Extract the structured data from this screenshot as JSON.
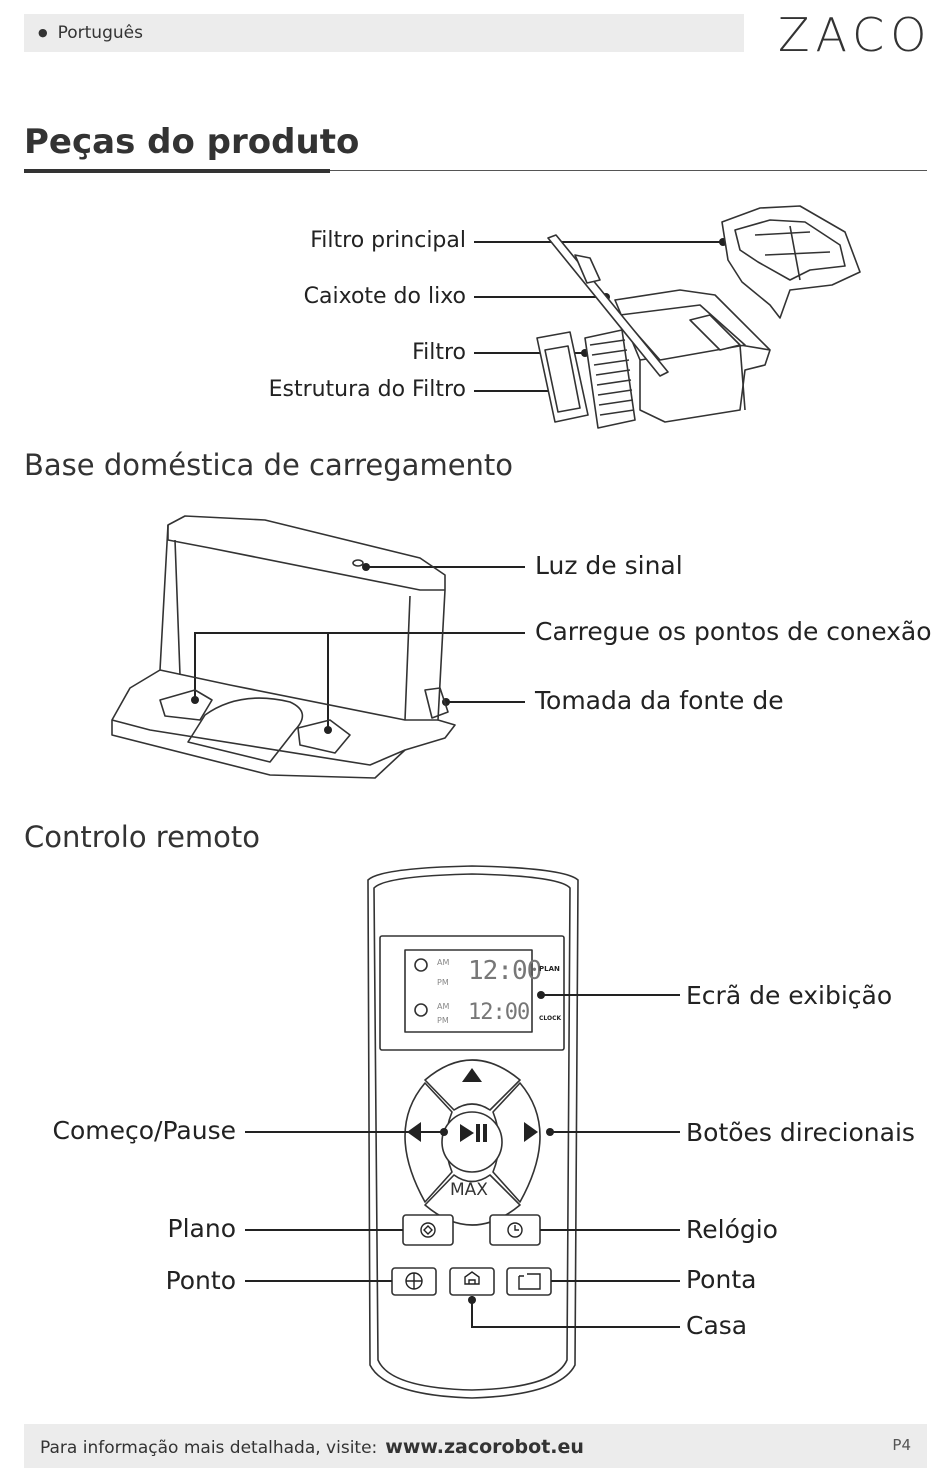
{
  "header": {
    "language": "Português",
    "logo": "ZACO"
  },
  "title": "Peças do produto",
  "parts": {
    "labels": [
      "Filtro principal",
      "Caixote do lixo",
      "Filtro",
      "Estrutura do Filtro"
    ]
  },
  "base": {
    "title": "Base doméstica de carregamento",
    "labels": [
      "Luz de sinal",
      "Carregue os pontos de conexão",
      "Tomada da fonte de"
    ]
  },
  "remote": {
    "title": "Controlo remoto",
    "left_labels": [
      "Começo/Pause",
      "Plano",
      "Ponto"
    ],
    "right_labels": [
      "Ecrã de exibição",
      "Botões direcionais",
      "Relógio",
      "Ponta",
      "Casa"
    ],
    "display": {
      "am": "AM",
      "pm": "PM",
      "time1": "12:00",
      "time2": "12:00",
      "plan": "PLAN",
      "clock": "CLOCK"
    },
    "max": "MAX"
  },
  "footer": {
    "text": "Para informação mais detalhada, visite:",
    "url": "www.zacorobot.eu",
    "page": "P4"
  }
}
